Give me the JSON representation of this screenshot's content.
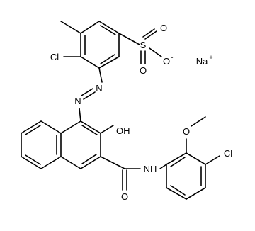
{
  "molecule": {
    "atoms": {
      "cl_top": "Cl",
      "n_upper": "N",
      "n_lower": "N",
      "s": "S",
      "o_upper": "O",
      "o_lower": "O",
      "o_minus": "O",
      "charge_minus": "-",
      "na": "Na",
      "charge_plus": "+",
      "hydroxyl": "OH",
      "o_methoxy": "O",
      "amide_nh": "NH",
      "o_carbonyl": "O",
      "cl_bottom": "Cl"
    }
  }
}
